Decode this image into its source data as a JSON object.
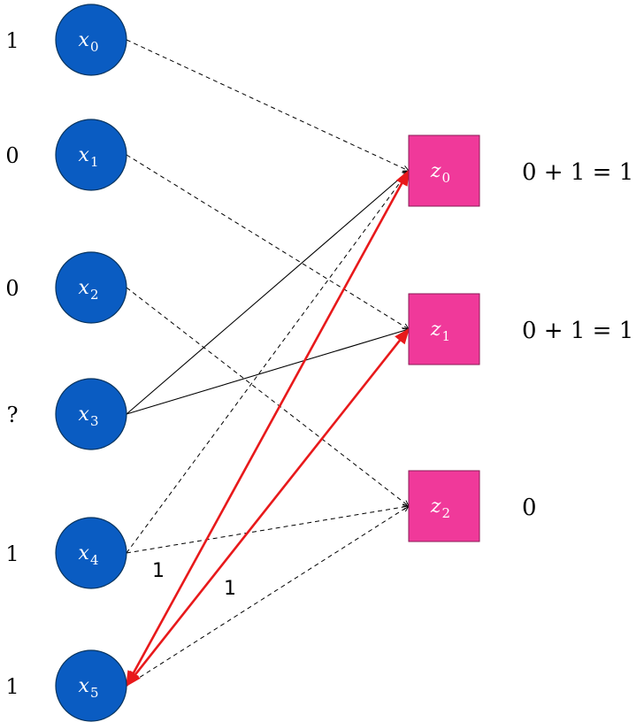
{
  "colors": {
    "input_node": "#0a5cc2",
    "input_stroke": "#07345f",
    "output_node": "#f0399a",
    "output_stroke": "#8a1a55",
    "highlight_edge": "#e8191b",
    "edge": "#000000"
  },
  "inputs": [
    {
      "var": "x",
      "sub": "0",
      "value": "1"
    },
    {
      "var": "x",
      "sub": "1",
      "value": "0"
    },
    {
      "var": "x",
      "sub": "2",
      "value": "0"
    },
    {
      "var": "x",
      "sub": "3",
      "value": "?"
    },
    {
      "var": "x",
      "sub": "4",
      "value": "1"
    },
    {
      "var": "x",
      "sub": "5",
      "value": "1"
    }
  ],
  "outputs": [
    {
      "var": "z",
      "sub": "0",
      "sum": "0 + 1 = 1"
    },
    {
      "var": "z",
      "sub": "1",
      "sum": "0 + 1 = 1"
    },
    {
      "var": "z",
      "sub": "2",
      "sum": "0"
    }
  ],
  "edges": [
    {
      "from": 0,
      "to": 0,
      "style": "dashed"
    },
    {
      "from": 1,
      "to": 1,
      "style": "dashed"
    },
    {
      "from": 2,
      "to": 2,
      "style": "dashed"
    },
    {
      "from": 3,
      "to": 0,
      "style": "solid"
    },
    {
      "from": 3,
      "to": 1,
      "style": "solid"
    },
    {
      "from": 4,
      "to": 0,
      "style": "dashed"
    },
    {
      "from": 4,
      "to": 2,
      "style": "dashed"
    },
    {
      "from": 5,
      "to": 2,
      "style": "dashed"
    },
    {
      "from": 5,
      "to": 0,
      "style": "highlight"
    },
    {
      "from": 5,
      "to": 1,
      "style": "highlight"
    }
  ],
  "edge_labels": [
    "1",
    "1"
  ]
}
